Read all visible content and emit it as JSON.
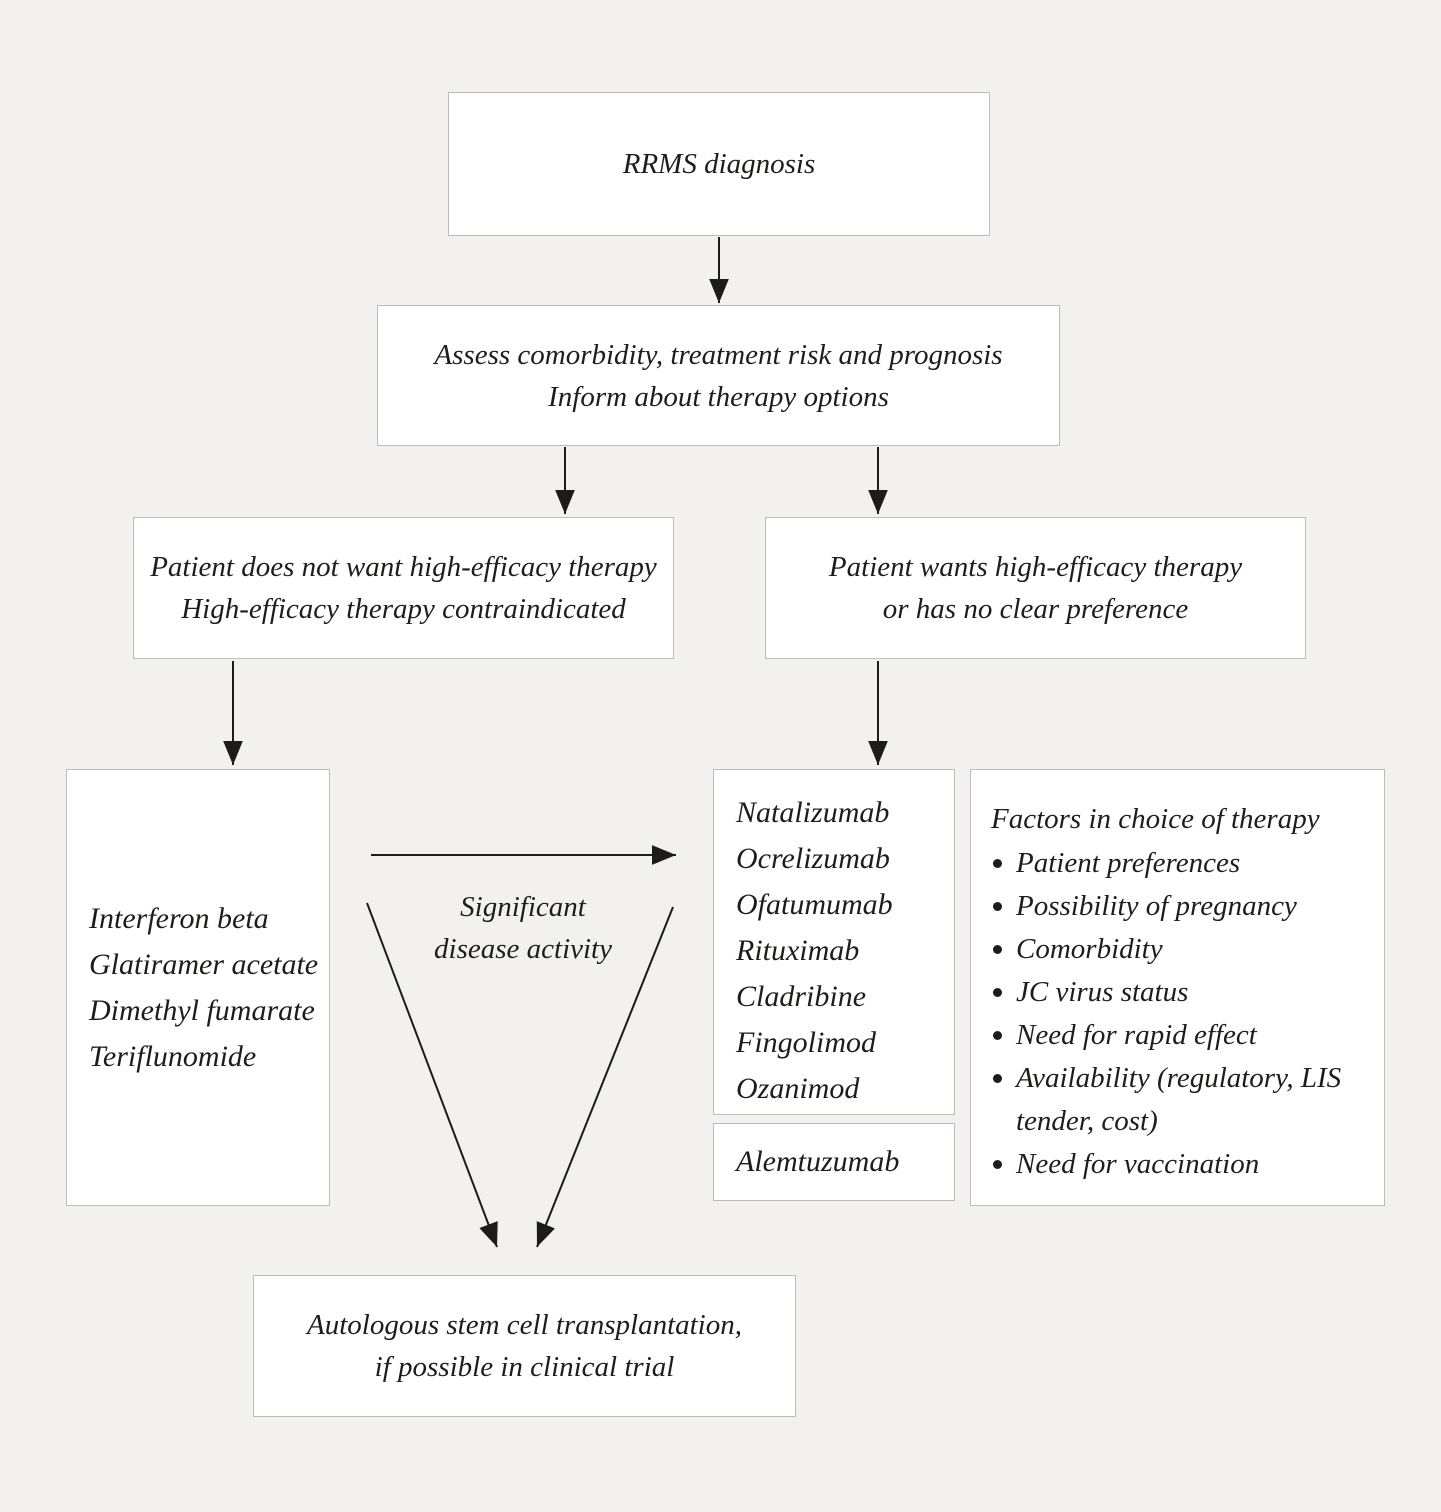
{
  "flowchart": {
    "colors": {
      "background": "#f2f1ee",
      "box_fill": "#ffffff",
      "box_border": "#bcbcbc",
      "text": "#1e1d1b",
      "arrow": "#1d1c1a"
    },
    "nodes": {
      "diagnosis": {
        "line1": "RRMS diagnosis"
      },
      "assess": {
        "line1": "Assess comorbidity, treatment risk and prognosis",
        "line2": "Inform about therapy options"
      },
      "no_high_efficacy": {
        "line1": "Patient does not want high-efficacy therapy",
        "line2": "High-efficacy therapy contraindicated"
      },
      "wants_high_efficacy": {
        "line1": "Patient wants high-efficacy therapy",
        "line2": "or has no clear preference"
      },
      "moderate_efficacy_drugs": {
        "items": [
          "Interferon beta",
          "Glatiramer acetate",
          "Dimethyl fumarate",
          "Teriflunomide"
        ]
      },
      "high_efficacy_drugs": {
        "items": [
          "Natalizumab",
          "Ocrelizumab",
          "Ofatumumab",
          "Rituximab",
          "Cladribine",
          "Fingolimod",
          "Ozanimod"
        ]
      },
      "alemtuzumab": {
        "line1": "Alemtuzumab"
      },
      "factors": {
        "title": "Factors in choice of therapy",
        "items": [
          "Patient preferences",
          "Possibility of pregnancy",
          "Comorbidity",
          "JC virus status",
          "Need for rapid effect",
          "Availability (regulatory, LIS tender, cost)",
          "Need for vaccination"
        ]
      },
      "stem_cell": {
        "line1": "Autologous stem cell transplantation,",
        "line2": "if possible in clinical trial"
      }
    },
    "labels": {
      "disease_activity": {
        "line1": "Significant",
        "line2": "disease activity"
      }
    }
  }
}
